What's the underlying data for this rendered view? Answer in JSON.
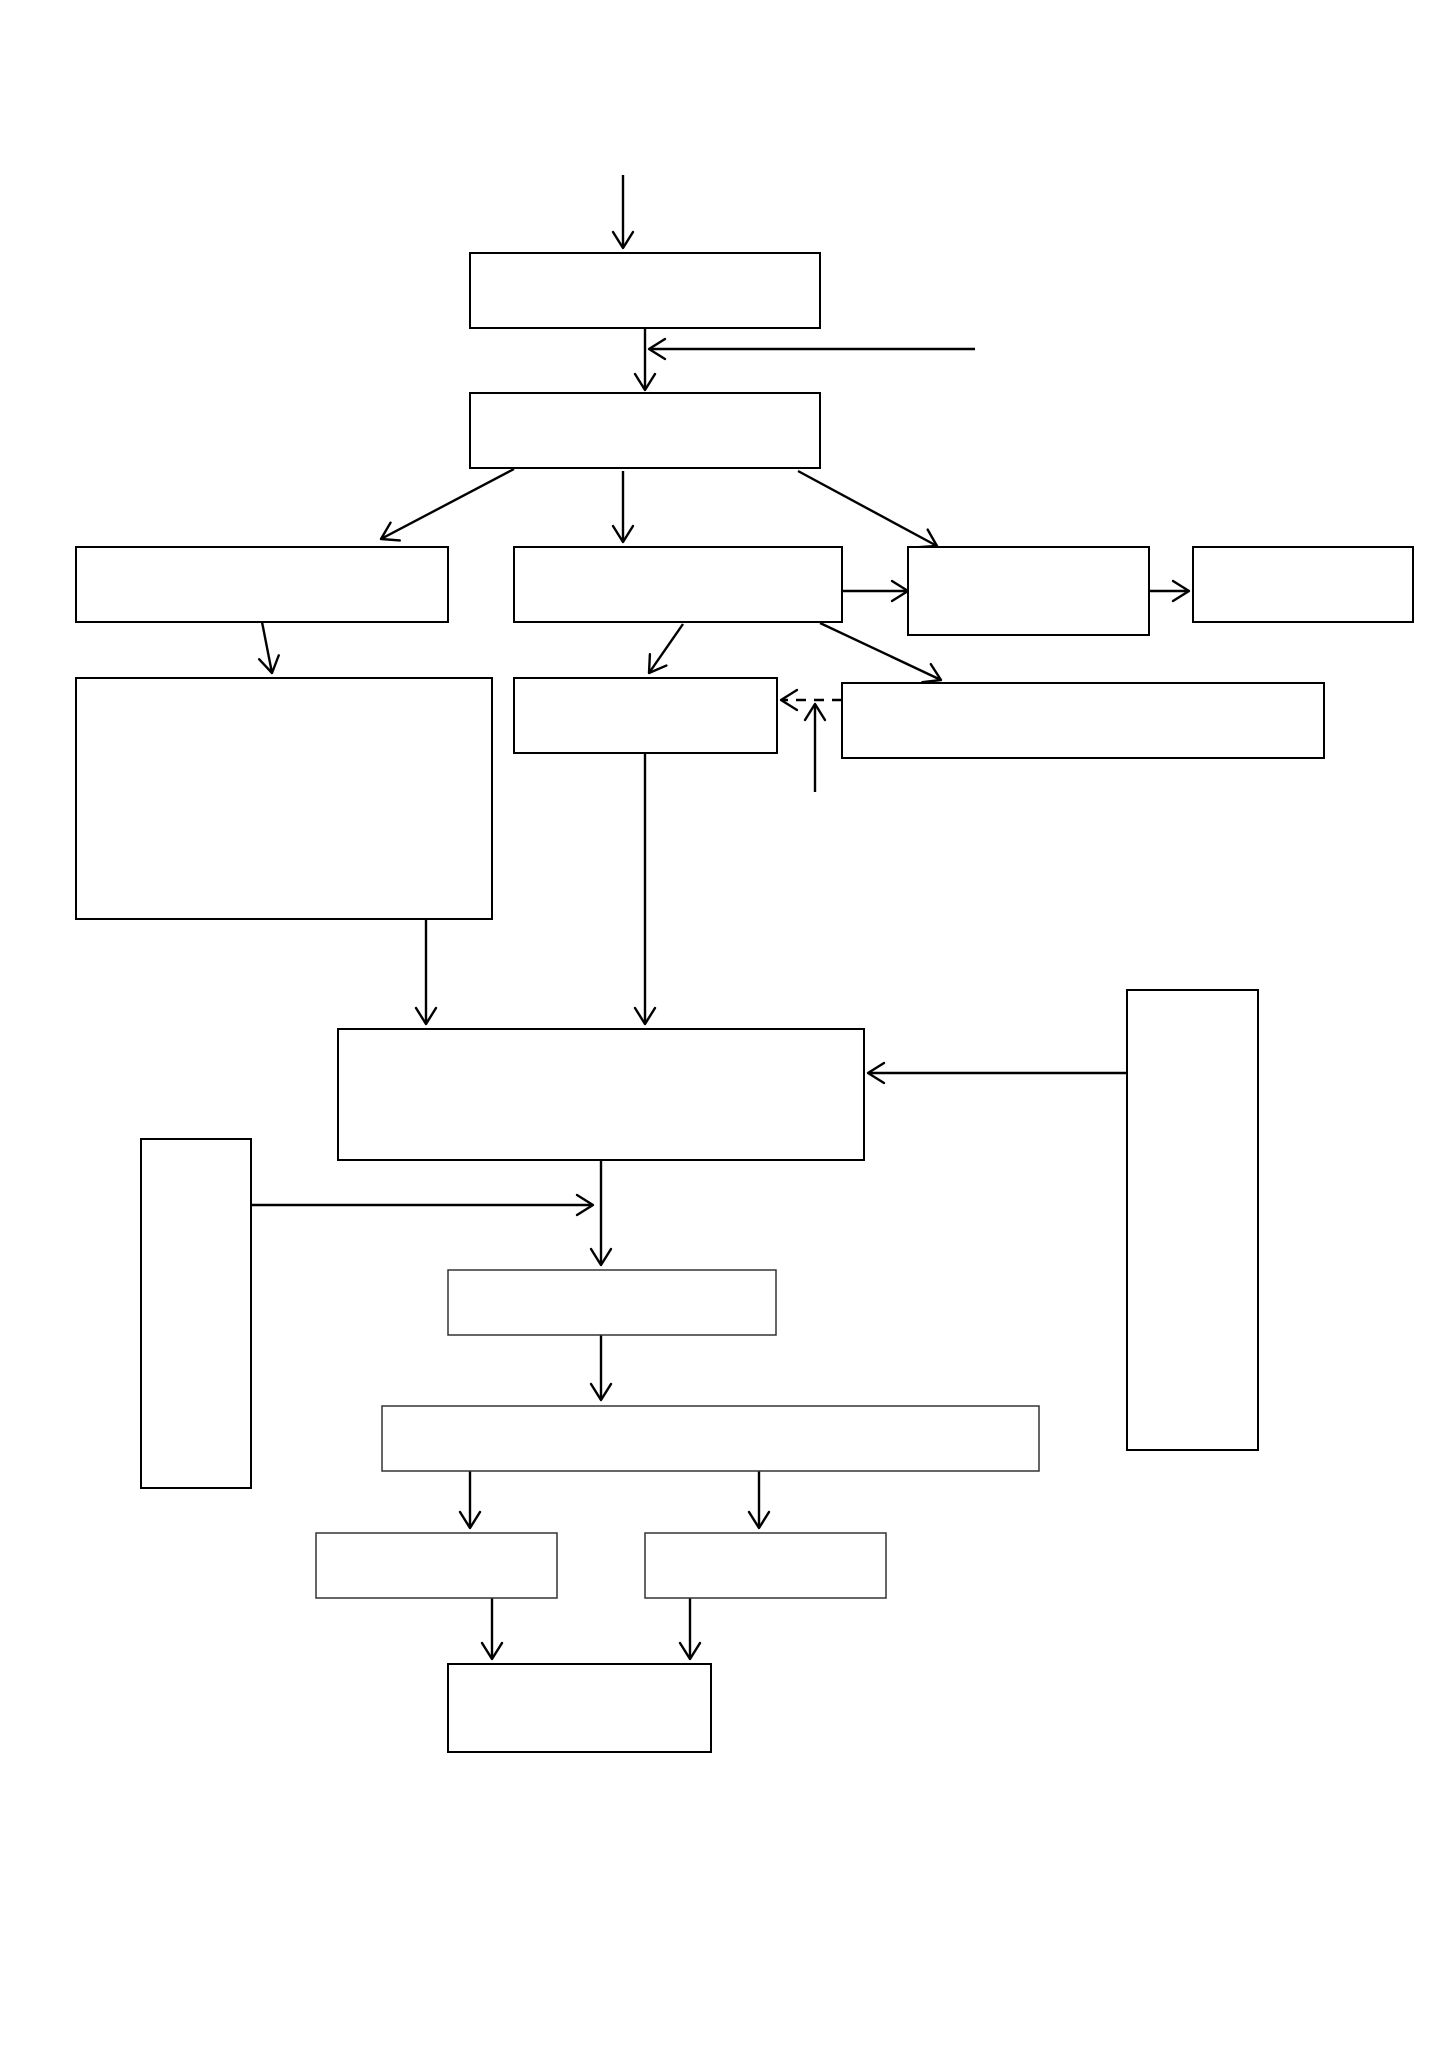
{
  "diagram": {
    "type": "flowchart",
    "colors": {
      "stroke": "#000000",
      "background": "#ffffff"
    },
    "nodes": [
      {
        "id": "n1"
      },
      {
        "id": "n2"
      },
      {
        "id": "n3"
      },
      {
        "id": "n4"
      },
      {
        "id": "n5"
      },
      {
        "id": "n6"
      },
      {
        "id": "n7"
      },
      {
        "id": "n8"
      },
      {
        "id": "n9"
      },
      {
        "id": "n10"
      },
      {
        "id": "n11"
      },
      {
        "id": "n12"
      },
      {
        "id": "n13"
      },
      {
        "id": "n14"
      },
      {
        "id": "n15"
      },
      {
        "id": "n16"
      },
      {
        "id": "n17"
      },
      {
        "id": "n18"
      }
    ],
    "edges": [
      {
        "id": "e-entry",
        "from": null,
        "to": "n1",
        "style": "solid"
      },
      {
        "id": "e1",
        "from": "n1",
        "to": "n2",
        "style": "solid"
      },
      {
        "id": "e-side",
        "from": null,
        "to": "e1",
        "style": "solid"
      },
      {
        "id": "e2",
        "from": "n2",
        "to": "n3",
        "style": "solid"
      },
      {
        "id": "e3",
        "from": "n2",
        "to": "n4",
        "style": "solid"
      },
      {
        "id": "e4",
        "from": "n2",
        "to": "n5",
        "style": "solid"
      },
      {
        "id": "e5",
        "from": "n4",
        "to": "n5",
        "style": "solid"
      },
      {
        "id": "e6",
        "from": "n5",
        "to": "n6",
        "style": "solid"
      },
      {
        "id": "e7",
        "from": "n3",
        "to": "n7",
        "style": "solid"
      },
      {
        "id": "e8",
        "from": "n4",
        "to": "n8",
        "style": "solid"
      },
      {
        "id": "e9",
        "from": "n4",
        "to": "n9",
        "style": "solid"
      },
      {
        "id": "e10",
        "from": "n9",
        "to": "n8",
        "style": "dashed"
      },
      {
        "id": "e11",
        "from": null,
        "to": "e10",
        "style": "solid"
      },
      {
        "id": "e12",
        "from": "n7",
        "to": "n10",
        "style": "solid"
      },
      {
        "id": "e13",
        "from": "n8",
        "to": "n10",
        "style": "solid"
      },
      {
        "id": "e14",
        "from": "n11",
        "to": "n10",
        "style": "solid"
      },
      {
        "id": "e15",
        "from": "n10",
        "to": "n13",
        "style": "solid"
      },
      {
        "id": "e16",
        "from": "n12",
        "to": "e15",
        "style": "solid"
      },
      {
        "id": "e17",
        "from": "n13",
        "to": "n14",
        "style": "solid"
      },
      {
        "id": "e18",
        "from": "n14",
        "to": "n15",
        "style": "solid"
      },
      {
        "id": "e19",
        "from": "n14",
        "to": "n16",
        "style": "solid"
      },
      {
        "id": "e20",
        "from": "n15",
        "to": "n17",
        "style": "solid"
      },
      {
        "id": "e21",
        "from": "n16",
        "to": "n17",
        "style": "solid"
      }
    ]
  }
}
